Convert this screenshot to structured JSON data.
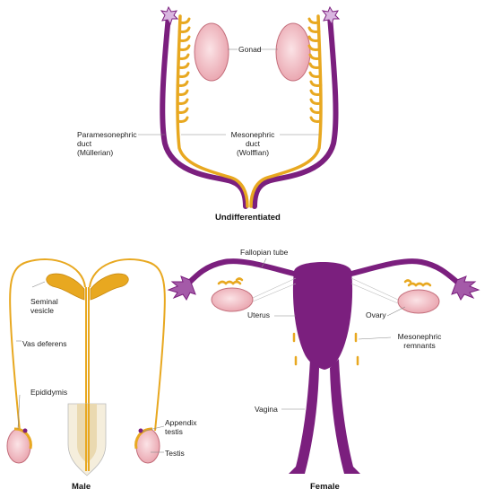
{
  "panels": {
    "undifferentiated": {
      "title": "Undifferentiated",
      "labels": {
        "gonad": "Gonad",
        "paramesonephric": "Paramesonephric\nduct\n(Müllerian)",
        "mesonephric": "Mesonephric\nduct\n(Wolffian)"
      }
    },
    "male": {
      "title": "Male",
      "labels": {
        "seminal_vesicle": "Seminal\nvesicle",
        "vas_deferens": "Vas deferens",
        "epididymis": "Epididymis",
        "appendix_testis": "Appendix\ntestis",
        "testis": "Testis"
      }
    },
    "female": {
      "title": "Female",
      "labels": {
        "fallopian_tube": "Fallopian tube",
        "uterus": "Uterus",
        "ovary": "Ovary",
        "mesonephric_remnants": "Mesonephric\nremnants",
        "vagina": "Vagina"
      }
    }
  },
  "colors": {
    "paramesonephric": "#7b1f7e",
    "mesonephric": "#e8a820",
    "gonad": "#eeb0b8",
    "leader": "#888888"
  }
}
